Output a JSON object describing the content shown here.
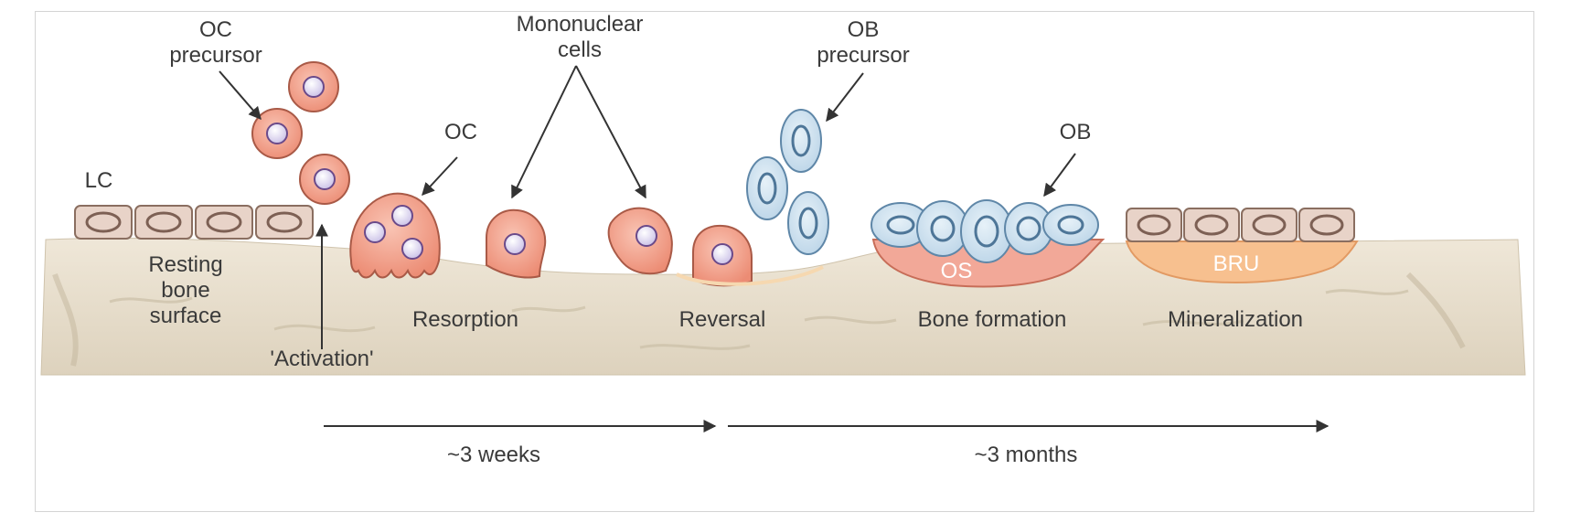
{
  "labels": {
    "oc_precursor_line1": "OC",
    "oc_precursor_line2": "precursor",
    "lc": "LC",
    "resting_line1": "Resting",
    "resting_line2": "bone",
    "resting_line3": "surface",
    "activation": "'Activation'",
    "oc": "OC",
    "mononuclear_line1": "Mononuclear",
    "mononuclear_line2": "cells",
    "ob_precursor_line1": "OB",
    "ob_precursor_line2": "precursor",
    "ob": "OB",
    "os": "OS",
    "bru": "BRU",
    "resorption": "Resorption",
    "reversal": "Reversal",
    "bone_formation": "Bone formation",
    "mineralization": "Mineralization"
  },
  "timeline": {
    "weeks": "~3 weeks",
    "months": "~3 months"
  },
  "colors": {
    "bone": "#ece3d2",
    "lining_cell": "#e8d3c8",
    "osteoclast": "#f29c86",
    "osteoblast": "#cfe2f0",
    "osteoid": "#f2a898",
    "bru": "#f7c08f",
    "nucleus": "#dcd4ee"
  }
}
